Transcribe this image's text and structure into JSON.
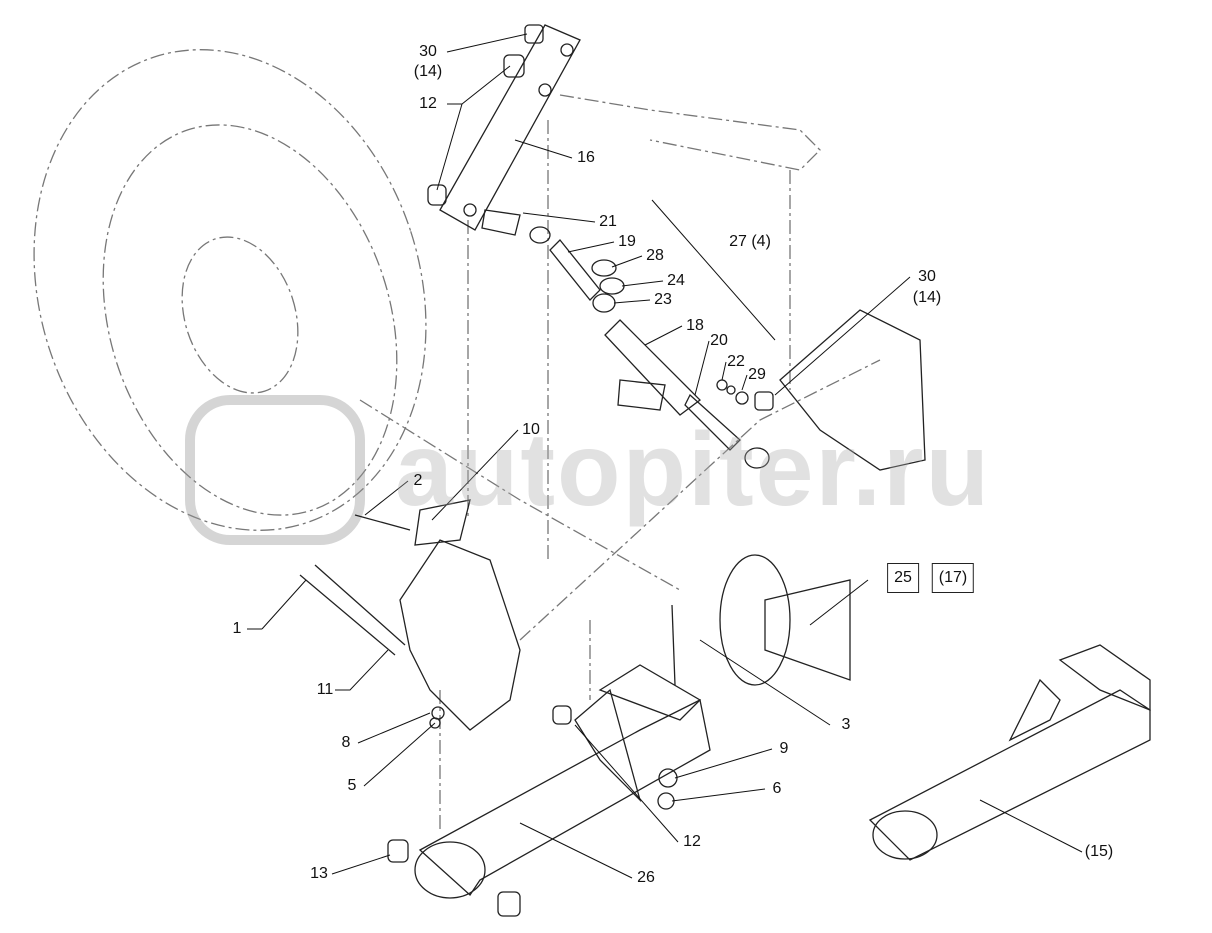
{
  "diagram": {
    "watermark": "autopiter.ru",
    "labels": [
      {
        "id": "30a",
        "text": "30"
      },
      {
        "id": "14a",
        "text": "(14)"
      },
      {
        "id": "12a",
        "text": "12"
      },
      {
        "id": "16",
        "text": "16"
      },
      {
        "id": "21",
        "text": "21"
      },
      {
        "id": "19",
        "text": "19"
      },
      {
        "id": "28",
        "text": "28"
      },
      {
        "id": "24",
        "text": "24"
      },
      {
        "id": "23",
        "text": "23"
      },
      {
        "id": "27",
        "text": "27 (4)"
      },
      {
        "id": "30b",
        "text": "30"
      },
      {
        "id": "14b",
        "text": "(14)"
      },
      {
        "id": "18",
        "text": "18"
      },
      {
        "id": "20",
        "text": "20"
      },
      {
        "id": "22",
        "text": "22"
      },
      {
        "id": "29",
        "text": "29"
      },
      {
        "id": "10",
        "text": "10"
      },
      {
        "id": "2",
        "text": "2"
      },
      {
        "id": "1",
        "text": "1"
      },
      {
        "id": "11",
        "text": "11"
      },
      {
        "id": "3",
        "text": "3"
      },
      {
        "id": "8",
        "text": "8"
      },
      {
        "id": "9",
        "text": "9"
      },
      {
        "id": "5",
        "text": "5"
      },
      {
        "id": "6",
        "text": "6"
      },
      {
        "id": "12b",
        "text": "12"
      },
      {
        "id": "15",
        "text": "(15)"
      },
      {
        "id": "13",
        "text": "13"
      },
      {
        "id": "26",
        "text": "26"
      }
    ],
    "boxes": [
      {
        "text": "25"
      },
      {
        "text": "(17)"
      }
    ]
  }
}
